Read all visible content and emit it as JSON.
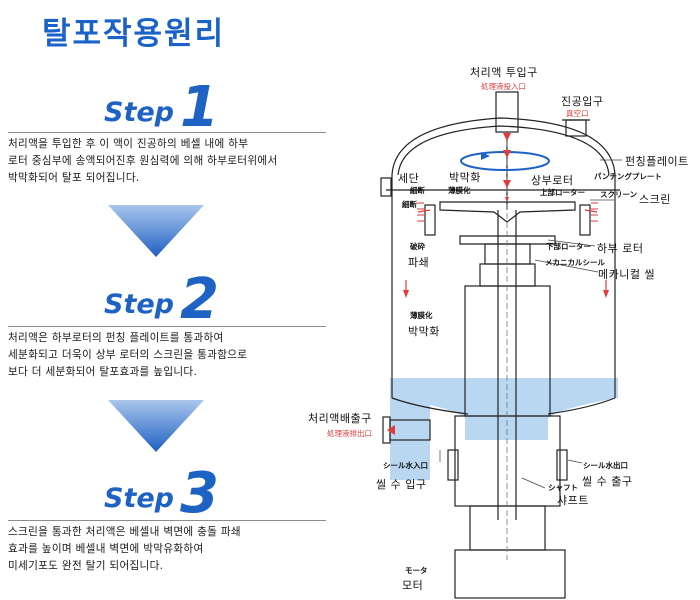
{
  "title": "탈포작용원리",
  "steps": [
    {
      "word": "Step",
      "number": "1",
      "lines": [
        "처리액을 투입한 후 이 액이 진공하의 베셀 내에 하부",
        "로터 중심부에 송액되어진후 원심력에 의해 하부로터위에서",
        "박막화되어 탈포 되어집니다."
      ]
    },
    {
      "word": "Step",
      "number": "2",
      "lines": [
        "처리액은 하부로터의 펀칭 플레이트를 통과하여",
        "세분화되고 더욱이 상부 로터의 스크린을 통과함으로",
        "보다 더 세분화되어 탈포효과를 높입니다."
      ]
    },
    {
      "word": "Step",
      "number": "3",
      "lines": [
        "스크린을 통과한 처리액은 베셀내 벽면에 충돌 파쇄",
        "효과를 높이며 베셀내 벽면에 박막유화하여",
        "미세기포도 완전 탈기 되어집니다."
      ]
    }
  ],
  "diagram": {
    "inlet": "처리액 투입구",
    "inlet_jp": "処理液投入口",
    "vacuum": "진공입구",
    "vacuum_jp": "真空口",
    "punching_plate": "펀칭플레이트",
    "punching_plate_jp": "パンチングプレート",
    "screen": "스크린",
    "screen_jp": "スクリーン",
    "shear": "세단",
    "shear_jp": "細断",
    "thin_film": "박막화",
    "thin_film_jp": "薄膜化",
    "upper_rotor": "상부로터",
    "upper_rotor_jp": "上部ローター",
    "shear_jp2": "細断",
    "crush_jp": "破砕",
    "crush": "파쇄",
    "lower_rotor": "하부 로터",
    "lower_rotor_jp": "下部ローター",
    "mech_seal": "메카니컬 씰",
    "mech_seal_jp": "メカニカルシール",
    "thin_film2_jp": "薄膜化",
    "thin_film2": "박막화",
    "outlet": "처리액배출구",
    "outlet_jp": "処理液排出口",
    "seal_in_jp": "シール水入口",
    "seal_in": "씰 수 입구",
    "seal_out_jp": "シール水出口",
    "seal_out": "씰 수 출구",
    "shaft_jp": "シャフト",
    "shaft": "샤프트",
    "motor_jp": "モータ",
    "motor": "모터"
  },
  "colors": {
    "title": "#1a62c9",
    "arrow": "#2a66c0",
    "liquid": "#b9d7f1",
    "red": "#e23a3a"
  }
}
